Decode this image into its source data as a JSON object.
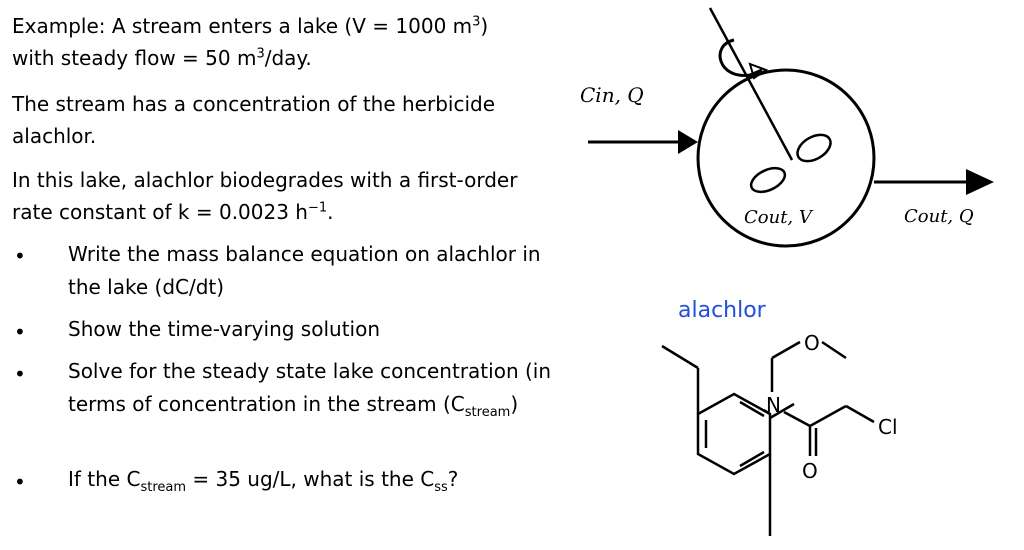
{
  "intro": {
    "line1_a": "Example: A stream enters a lake (V = 1000 m",
    "line1_sup": "3",
    "line1_b": ")",
    "line2_a": "with steady flow = 50 m",
    "line2_sup": "3",
    "line2_b": "/day.",
    "para2": "The stream has a concentration of the herbicide alachlor.",
    "para3_a": "In this lake, alachlor biodegrades with a first-order rate constant of k = 0.0023 h",
    "para3_sup": "−1",
    "para3_b": "."
  },
  "bullets": {
    "symbol": "•",
    "b1": "Write the mass balance equation on alachlor in the lake (dC/dt)",
    "b2": "Show the time-varying solution",
    "b3_a": "Solve for the steady state lake concentration (in terms of concentration in the stream (C",
    "b3_sub": "stream",
    "b3_b": ")",
    "b4_a": "If the C",
    "b4_sub": "stream",
    "b4_b": " = 35 ug/L, what is the C",
    "b4_sub2": "ss",
    "b4_c": "?"
  },
  "diagram": {
    "inflow_label": "Cin, Q",
    "lake_label": "Cout, V",
    "outflow_label": "Cout, Q"
  },
  "molecule": {
    "name": "alachlor",
    "name_color": "#1f4fd8",
    "atom_o_top": "O",
    "atom_n": "N",
    "atom_cl": "Cl",
    "atom_o_bottom": "O"
  }
}
